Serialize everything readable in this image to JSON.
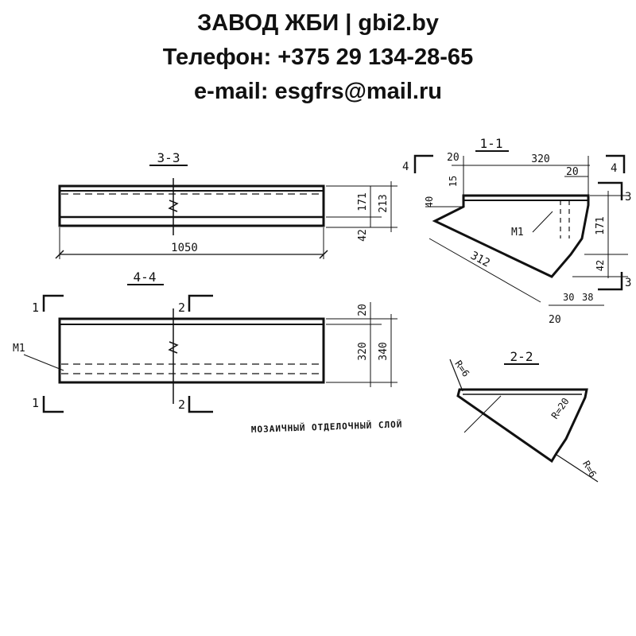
{
  "header": {
    "title": "ЗАВОД ЖБИ | gbi2.by",
    "phone": "Телефон: +375 29 134-28-65",
    "email": "e-mail: esgfrs@mail.ru"
  },
  "drawing": {
    "section_3_3": {
      "title": "3-3",
      "dim_length": "1050",
      "dim_a": "171",
      "dim_b": "213",
      "dim_c": "42"
    },
    "section_4_4": {
      "title": "4-4",
      "dim_a": "20",
      "dim_b": "320",
      "dim_c": "340",
      "mark": "M1",
      "cut_left_top": "1",
      "cut_left_bottom": "1",
      "cut_right_top": "2",
      "cut_right_bottom": "2"
    },
    "section_1_1": {
      "title": "1-1",
      "dim_top": "320",
      "dim_20a": "20",
      "dim_20b": "20",
      "dim_15": "15",
      "dim_40": "40",
      "dim_171": "171",
      "dim_42": "42",
      "dim_312": "312",
      "dim_30": "30",
      "dim_38": "38",
      "dim_20c": "20",
      "mark": "M1",
      "cut_4a": "4",
      "cut_4b": "4",
      "cut_3a": "3",
      "cut_3b": "3"
    },
    "section_2_2": {
      "title": "2-2",
      "r_top": "R=6",
      "r_right": "R=20",
      "r_bottom": "R=6"
    },
    "note": "МОЗАИЧНЫЙ ОТДЕЛОЧНЫЙ СЛОЙ"
  }
}
